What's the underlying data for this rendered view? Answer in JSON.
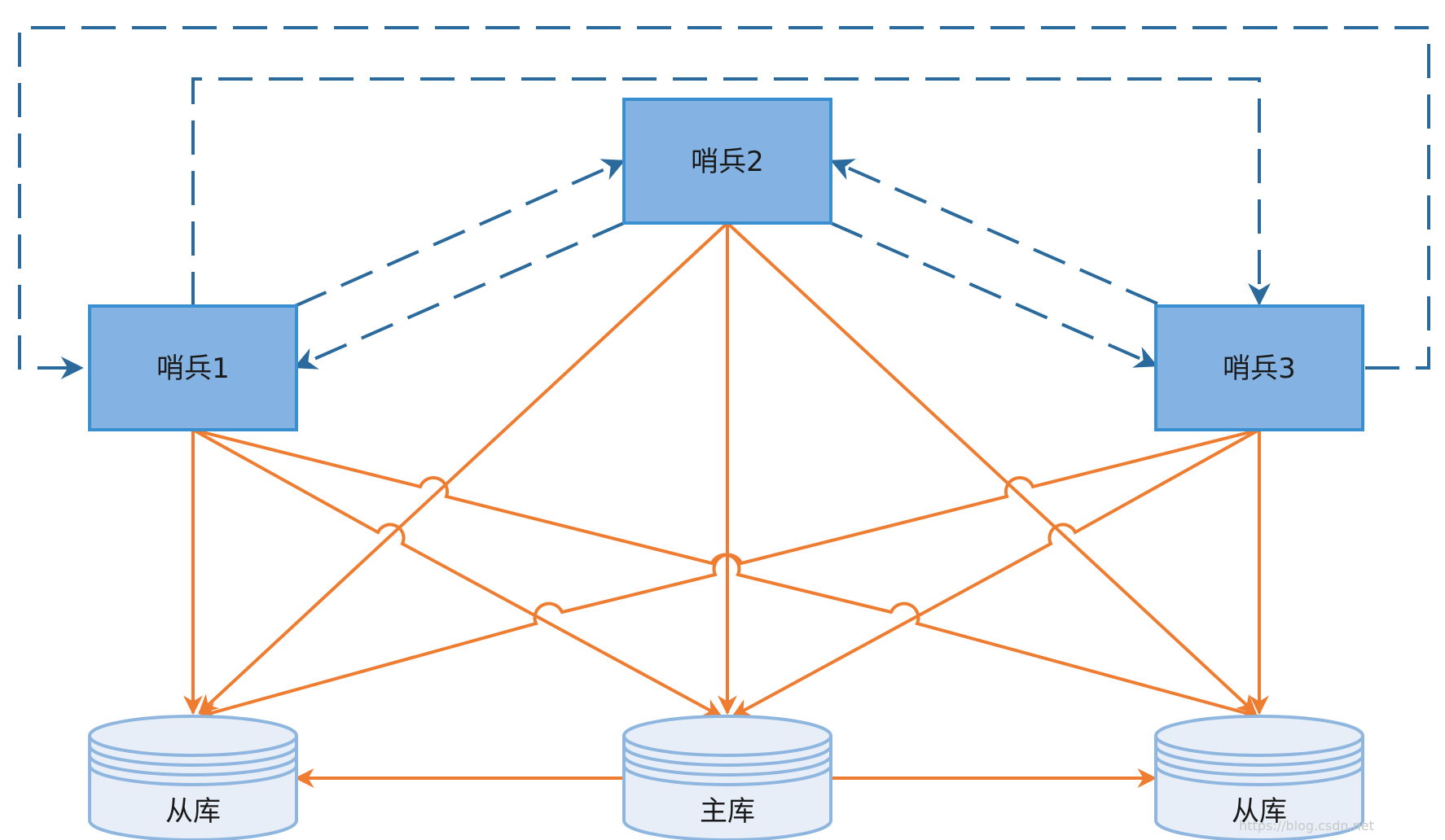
{
  "sentinels": [
    {
      "id": "s1",
      "label": "哨兵1"
    },
    {
      "id": "s2",
      "label": "哨兵2"
    },
    {
      "id": "s3",
      "label": "哨兵3"
    }
  ],
  "databases": [
    {
      "id": "db-left",
      "label": "从库",
      "role": "slave"
    },
    {
      "id": "db-center",
      "label": "主库",
      "role": "master"
    },
    {
      "id": "db-right",
      "label": "从库",
      "role": "slave"
    }
  ],
  "edges": {
    "sentinel_links": [
      [
        "s1",
        "s2"
      ],
      [
        "s2",
        "s1"
      ],
      [
        "s2",
        "s3"
      ],
      [
        "s3",
        "s2"
      ],
      [
        "s1",
        "s3"
      ],
      [
        "s3",
        "s1"
      ]
    ],
    "monitor_links": [
      [
        "s1",
        "db-left"
      ],
      [
        "s1",
        "db-center"
      ],
      [
        "s1",
        "db-right"
      ],
      [
        "s2",
        "db-left"
      ],
      [
        "s2",
        "db-center"
      ],
      [
        "s2",
        "db-right"
      ],
      [
        "s3",
        "db-left"
      ],
      [
        "s3",
        "db-center"
      ],
      [
        "s3",
        "db-right"
      ]
    ],
    "replication_links": [
      [
        "db-center",
        "db-left"
      ],
      [
        "db-center",
        "db-right"
      ]
    ]
  },
  "colors": {
    "sentinel_fill": "#84b2e2",
    "sentinel_stroke": "#3a8fd0",
    "dashed_stroke": "#2a6a9c",
    "orange": "#ee7d31",
    "db_fill": "#e8eef8",
    "db_stroke": "#8fb6df"
  },
  "watermark": "https://blog.csdn.net"
}
